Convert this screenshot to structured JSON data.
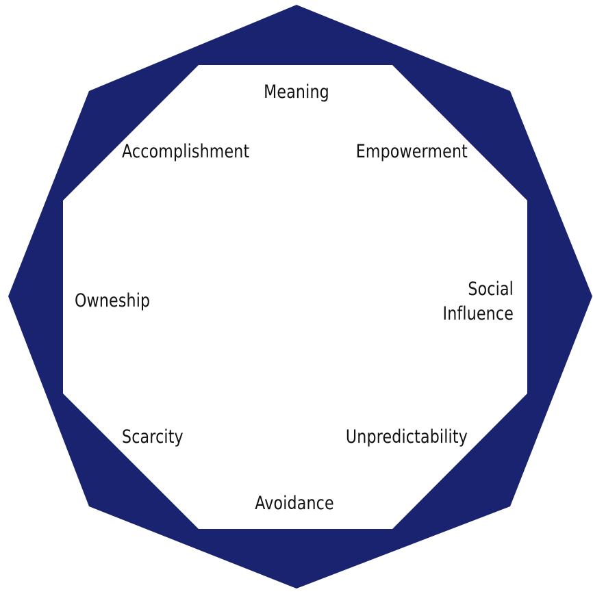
{
  "colors": {
    "frame": "#19236f",
    "inner": "#ffffff",
    "text": "#111111"
  },
  "labels": {
    "meaning": "Meaning",
    "empowerment": "Empowerment",
    "accomplishment": "Accomplishment",
    "ownership": "Owneship",
    "social_line1": "Social",
    "social_line2": "Influence",
    "scarcity": "Scarcity",
    "unpredictability": "Unpredictability",
    "avoidance": "Avoidance"
  }
}
